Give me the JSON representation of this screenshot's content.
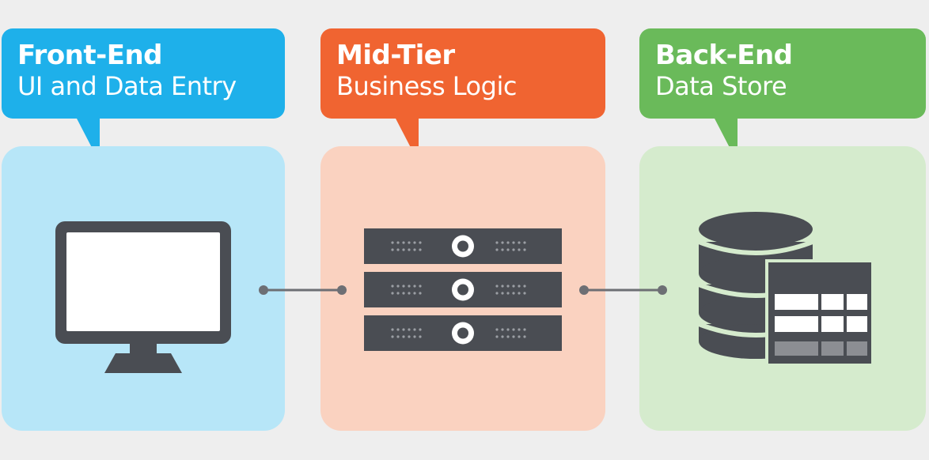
{
  "tiers": [
    {
      "title": "Front-End",
      "subtitle": "UI and Data Entry",
      "icon": "monitor-icon",
      "accent": "#1eb0ea",
      "panel": "#b7e6f8"
    },
    {
      "title": "Mid-Tier",
      "subtitle": "Business Logic",
      "icon": "server-rack-icon",
      "accent": "#f06431",
      "panel": "#fad2c0"
    },
    {
      "title": "Back-End",
      "subtitle": "Data Store",
      "icon": "database-table-icon",
      "accent": "#6aba5a",
      "panel": "#d5ebcd"
    }
  ],
  "colors": {
    "icon": "#4a4d53",
    "connector": "#6d6f74",
    "background": "#eeeeee"
  }
}
